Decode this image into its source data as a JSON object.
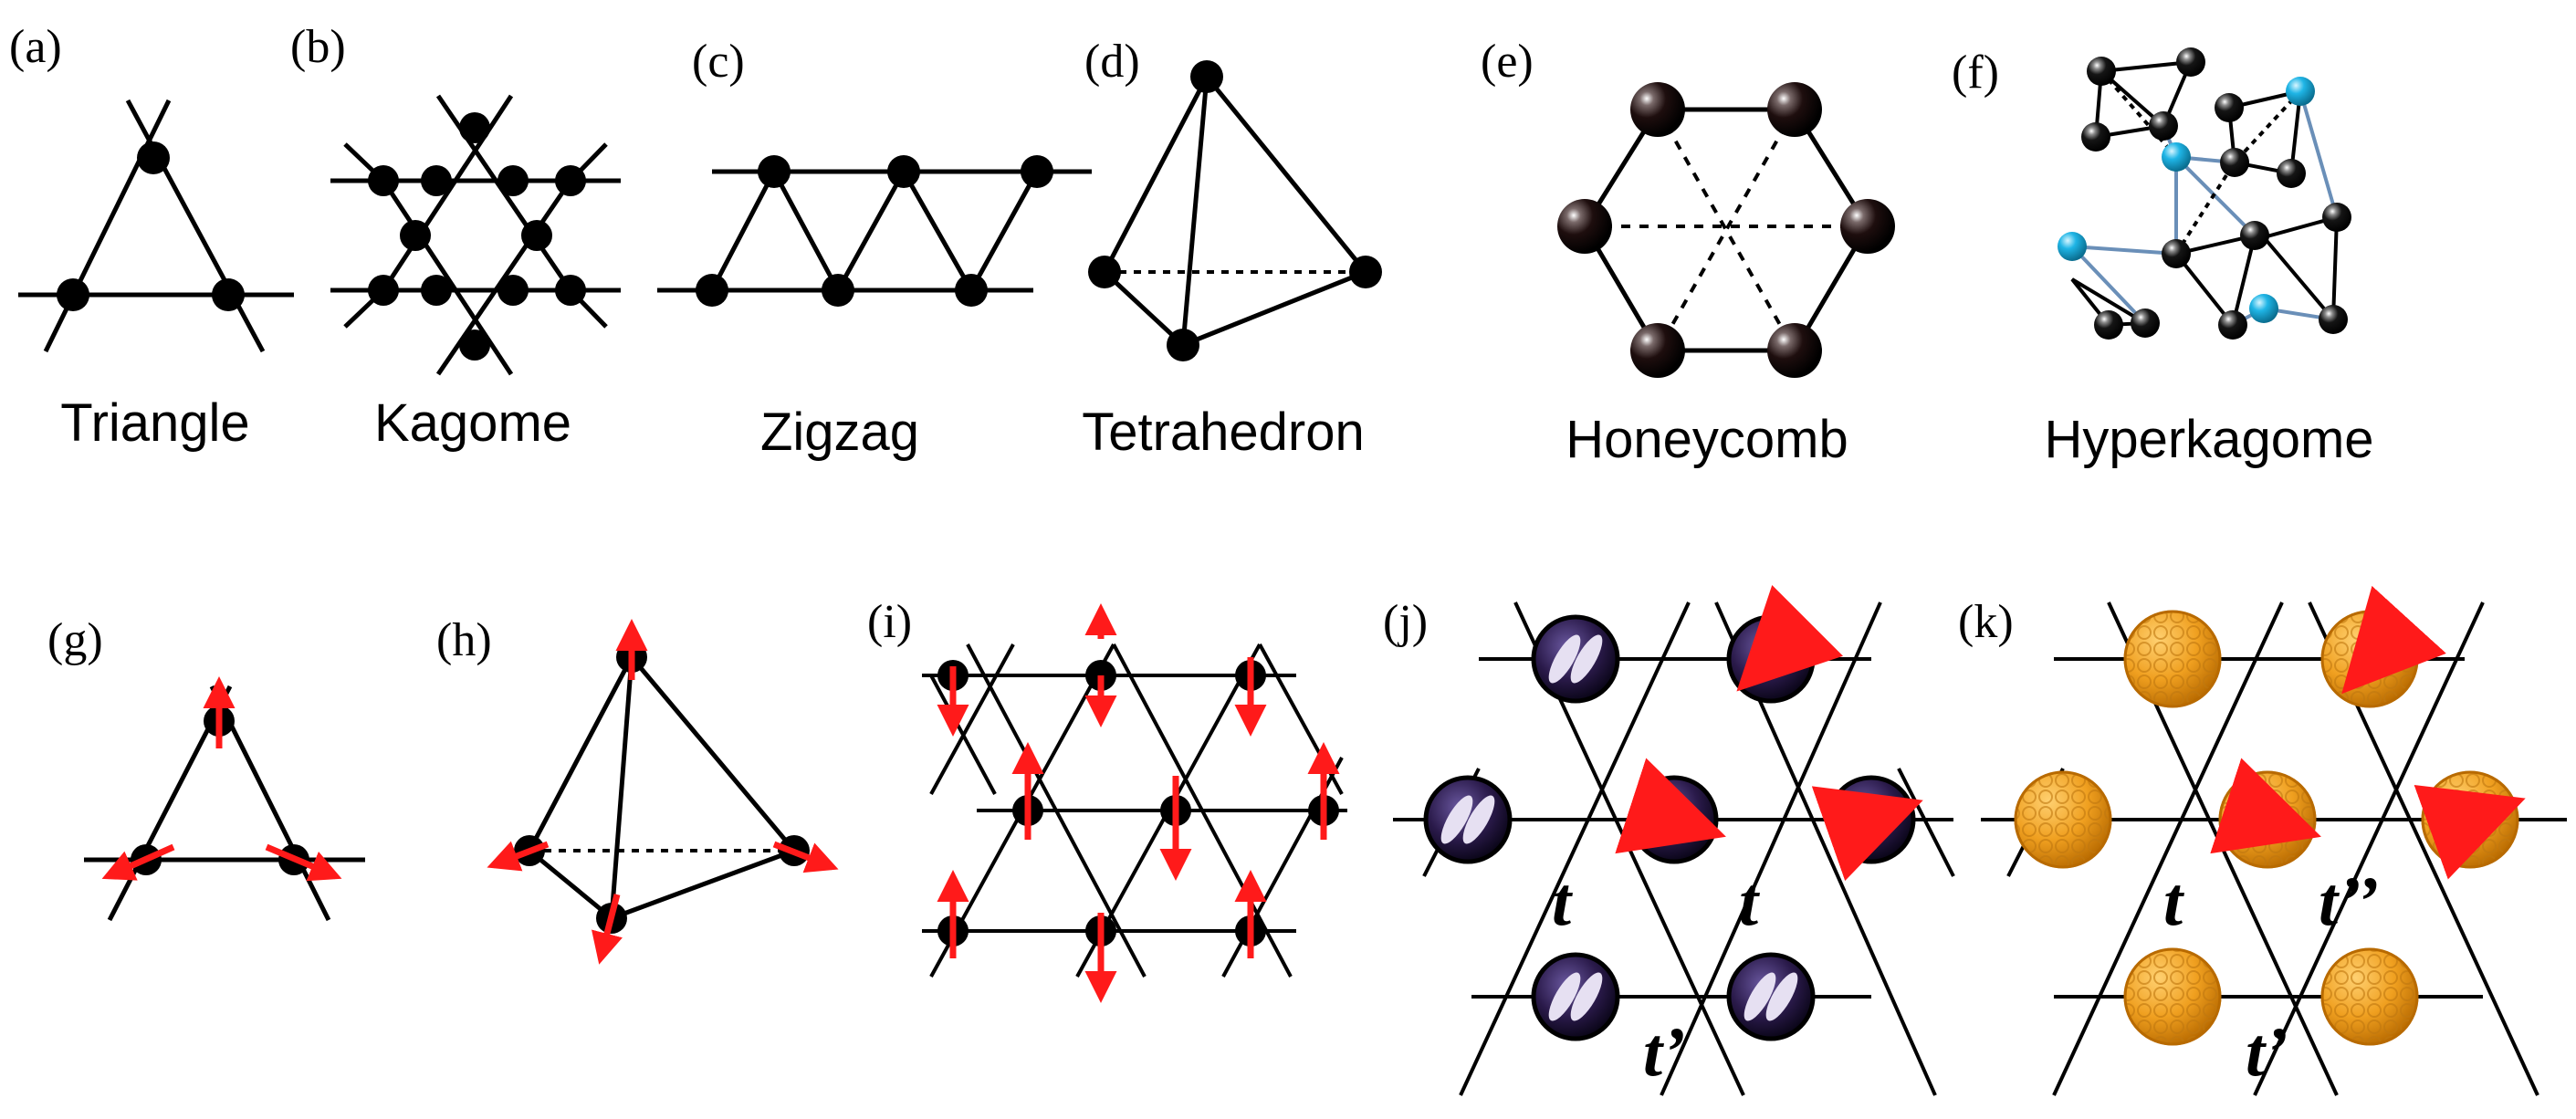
{
  "panels": {
    "a": {
      "label": "(a)",
      "caption": "Triangle"
    },
    "b": {
      "label": "(b)",
      "caption": "Kagome"
    },
    "c": {
      "label": "(c)",
      "caption": "Zigzag"
    },
    "d": {
      "label": "(d)",
      "caption": "Tetrahedron"
    },
    "e": {
      "label": "(e)",
      "caption": "Honeycomb"
    },
    "f": {
      "label": "(f)",
      "caption": "Hyperkagome"
    },
    "g": {
      "label": "(g)"
    },
    "h": {
      "label": "(h)"
    },
    "i": {
      "label": "(i)"
    },
    "j": {
      "label": "(j)",
      "hoppings": [
        "t",
        "t",
        "t’"
      ]
    },
    "k": {
      "label": "(k)",
      "hoppings": [
        "t",
        "t’’",
        "t’"
      ]
    }
  },
  "colors": {
    "atom": "#000000",
    "spin_arrow": "#ff1a1a",
    "hyperkagome_alt": "#1fb5e6",
    "orbital_sphere": "#2a1a4a",
    "fullerene": "#f0a020"
  }
}
